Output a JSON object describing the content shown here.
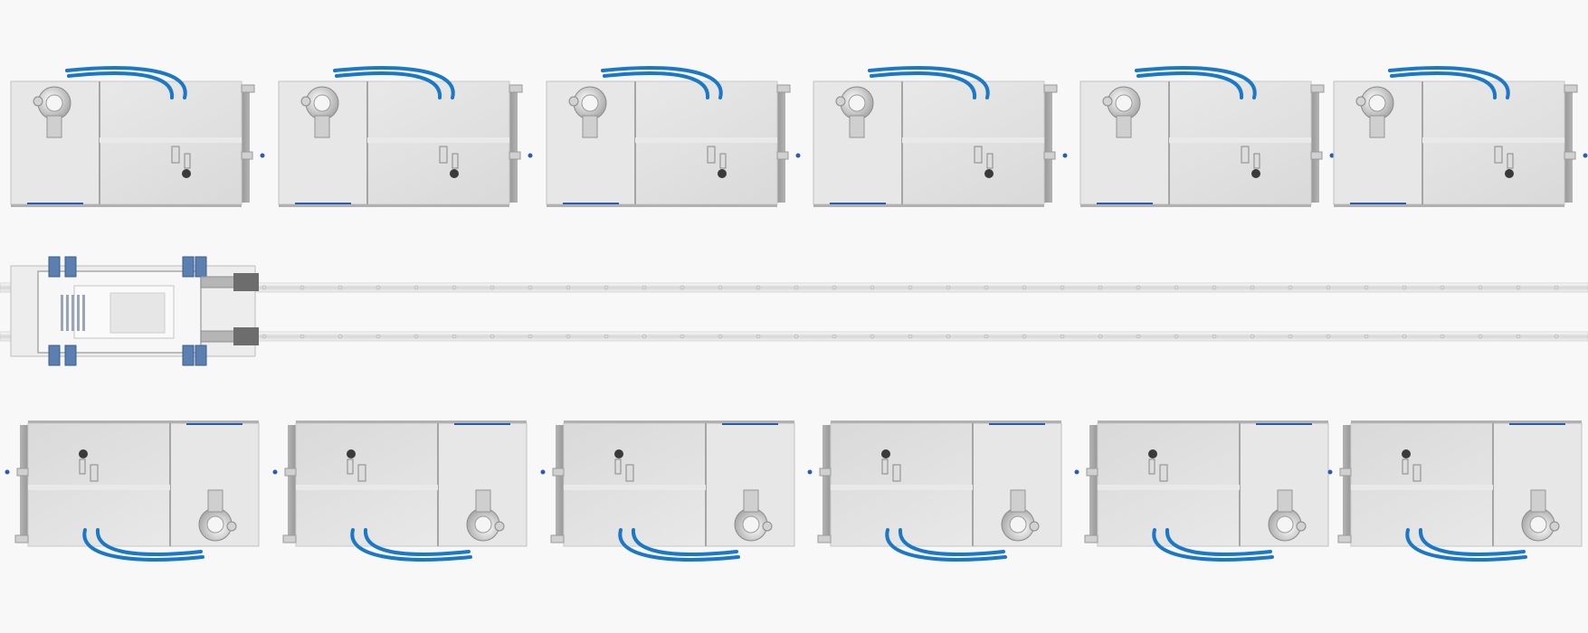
{
  "scene": {
    "background": "#f8f8f8",
    "colors": {
      "hose": "#1b78c7",
      "panel": "#e3e3e3",
      "panel_dark": "#a9a9a9",
      "frame": "#c9c9c9",
      "accent_blue": "#2a5db0"
    },
    "top_row_count": 6,
    "bottom_row_count": 6,
    "has_manifold": true,
    "pipeline_count": 2
  }
}
